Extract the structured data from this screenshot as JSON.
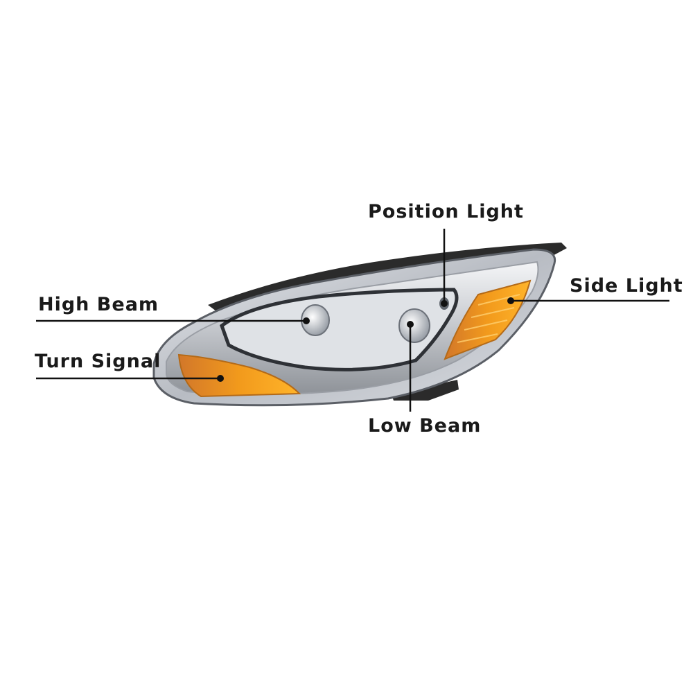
{
  "callouts": {
    "position_light": "Position Light",
    "side_light": "Side Light",
    "high_beam": "High Beam",
    "turn_signal": "Turn Signal",
    "low_beam": "Low Beam"
  },
  "colors": {
    "amber": "#f29a1c",
    "chrome": "#c9ccd1",
    "housing_edge": "#2b2b2b",
    "leader_line": "#111111"
  }
}
